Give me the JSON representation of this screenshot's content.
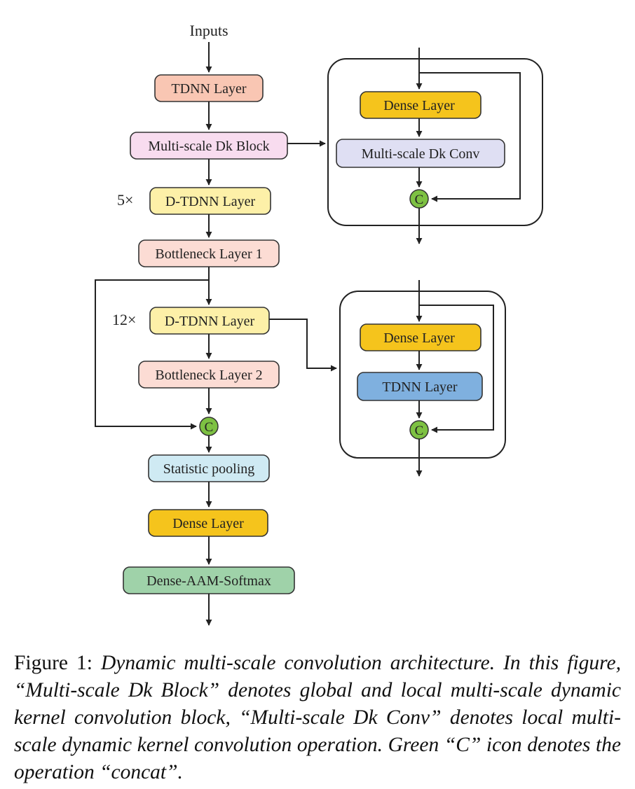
{
  "diagram": {
    "input_label": "Inputs",
    "main": {
      "tdnn": "TDNN Layer",
      "msdk_block": "Multi-scale Dk Block",
      "dtdnn1": "D-TDNN Layer",
      "repeat1": "5×",
      "bottleneck1": "Bottleneck Layer 1",
      "dtdnn2": "D-TDNN Layer",
      "repeat2": "12×",
      "bottleneck2": "Bottleneck Layer 2",
      "concat": "C",
      "stat_pool": "Statistic pooling",
      "dense": "Dense Layer",
      "softmax": "Dense-AAM-Softmax"
    },
    "detail_top": {
      "dense": "Dense Layer",
      "conv": "Multi-scale Dk Conv",
      "concat": "C"
    },
    "detail_bottom": {
      "dense": "Dense Layer",
      "tdnn": "TDNN Layer",
      "concat": "C"
    },
    "colors": {
      "tdnn_salmon": "#f9c6b3",
      "msdk_pink": "#f8dcef",
      "dtdnn_yellow": "#fdf0a8",
      "bottleneck_peach": "#fcdcd4",
      "stat_cyan": "#cfeaf3",
      "dense_gold": "#f5c41c",
      "softmax_green": "#9fd2a9",
      "conv_lavender": "#dfdff3",
      "tdnn_blue": "#7fb0df",
      "concat_green": "#7dc142"
    }
  },
  "caption": {
    "prefix": "Figure 1: ",
    "body": "Dynamic multi-scale convolution architecture. In this figure, “Multi-scale Dk Block” denotes global and local multi-scale dynamic kernel convolution block, “Multi-scale Dk Conv” denotes local multi-scale dynamic kernel convolution operation. Green “C” icon denotes the operation “concat”."
  }
}
